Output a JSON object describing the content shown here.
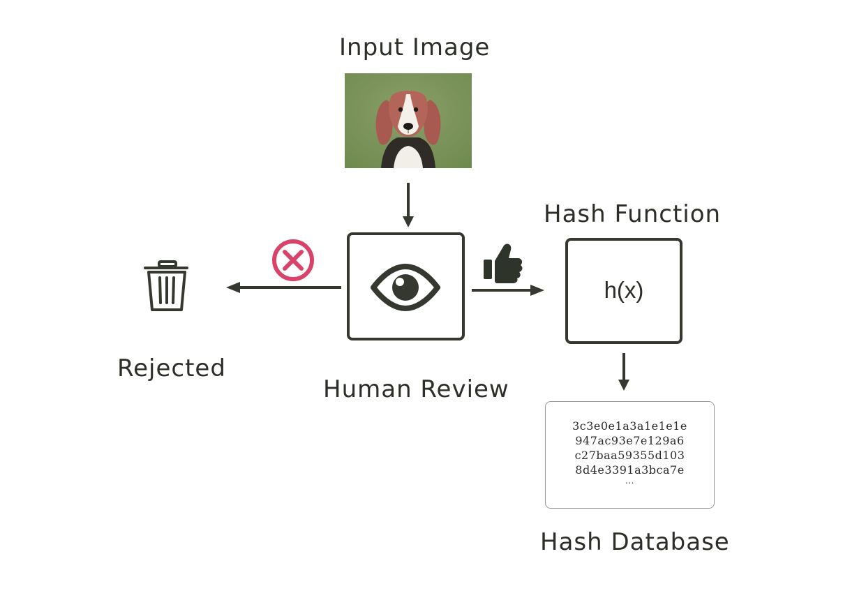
{
  "labels": {
    "input_image": "Input Image",
    "hash_function": "Hash Function",
    "rejected": "Rejected",
    "human_review": "Human Review",
    "hash_database": "Hash Database"
  },
  "hash_box": {
    "formula": "h(x)"
  },
  "hash_database": {
    "entries": [
      "3c3e0e1a3a1e1e1e",
      "947ac93e7e129a6",
      "c27baa59355d103",
      "8d4e3391a3bca7e"
    ],
    "ellipsis": "..."
  },
  "icons": {
    "input_image": "beagle-dog-photo",
    "review": "eye-icon",
    "reject_mark": "x-circle-icon",
    "approve_mark": "thumbs-up-icon",
    "rejected": "trash-icon"
  },
  "colors": {
    "stroke": "#34382f",
    "reject": "#d9436a",
    "text": "#2b2f27"
  }
}
